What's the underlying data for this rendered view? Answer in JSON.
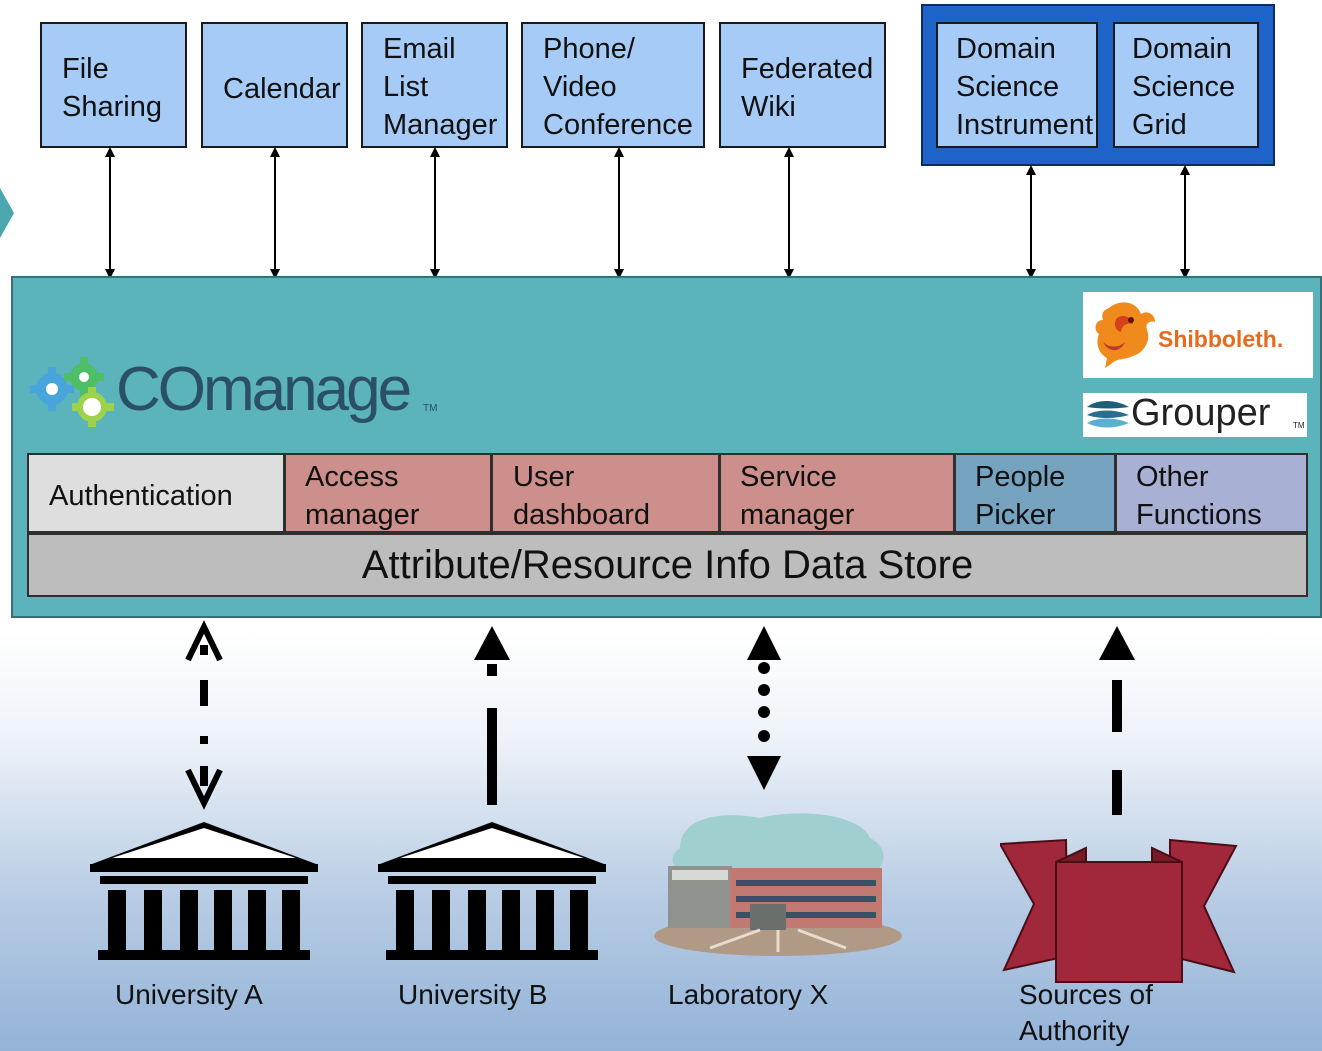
{
  "services": [
    {
      "id": "file-sharing",
      "label": "File\nSharing"
    },
    {
      "id": "calendar",
      "label": "Calendar"
    },
    {
      "id": "email-list-manager",
      "label": "Email\nList\nManager"
    },
    {
      "id": "phone-video-conference",
      "label": "Phone/\nVideo\nConference"
    },
    {
      "id": "federated-wiki",
      "label": "Federated\nWiki"
    }
  ],
  "domain_science": {
    "instrument": "Domain\nScience\nInstrument",
    "grid": "Domain\nScience\nGrid"
  },
  "platform": {
    "brand": "COmanage",
    "brand_tm": "TM",
    "shibboleth": "Shibboleth.",
    "grouper": "Grouper",
    "grouper_tm": "TM",
    "functions": {
      "authentication": "Authentication",
      "access_manager": "Access\nmanager",
      "user_dashboard": "User\ndashboard",
      "service_manager": "Service\nmanager",
      "people_picker": "People\nPicker",
      "other_functions": "Other\nFunctions"
    },
    "data_store": "Attribute/Resource Info Data Store"
  },
  "sources": {
    "university_a": "University A",
    "university_b": "University B",
    "laboratory_x": "Laboratory X",
    "sources_of_authority": "Sources of\nAuthority"
  },
  "colors": {
    "service_fill": "#a7cbf7",
    "domain_frame": "#1d63c8",
    "platform_fill": "#5bb3bb",
    "authentication": "#dedede",
    "manager_fill": "#cc8f8b",
    "people_picker": "#76a3c0",
    "other_functions": "#a8b0d4",
    "data_store": "#bdbdbd",
    "ribbon": "#a0283a"
  }
}
